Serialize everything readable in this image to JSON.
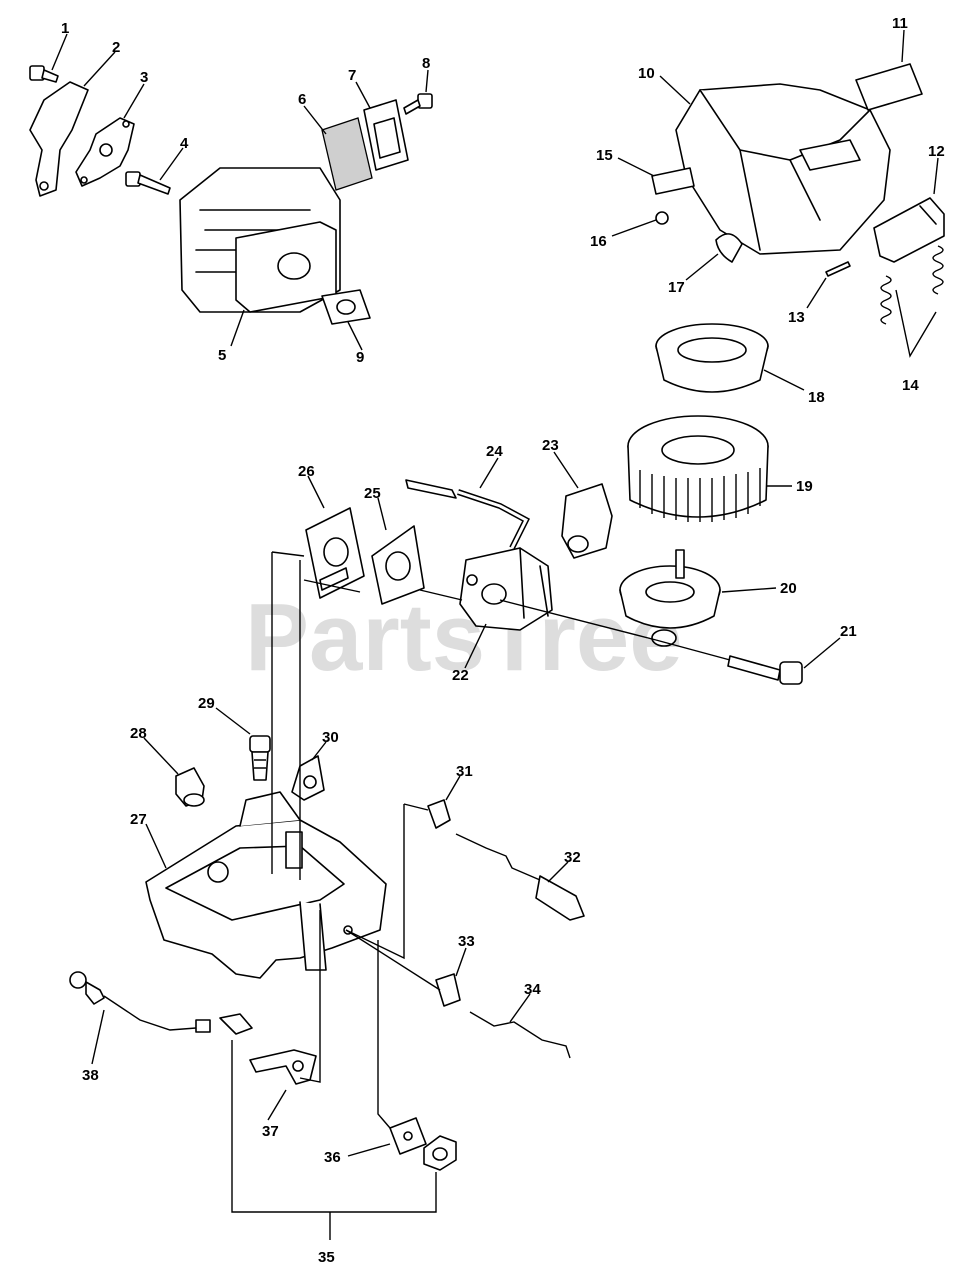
{
  "watermark": "PartsTree",
  "callouts": [
    "1",
    "2",
    "3",
    "4",
    "5",
    "6",
    "7",
    "8",
    "9",
    "10",
    "11",
    "12",
    "13",
    "14",
    "15",
    "16",
    "17",
    "18",
    "19",
    "20",
    "21",
    "22",
    "23",
    "24",
    "25",
    "26",
    "27",
    "28",
    "29",
    "30",
    "31",
    "32",
    "33",
    "34",
    "35",
    "36",
    "37",
    "38"
  ],
  "colors": {
    "ink": "#000000",
    "watermark": "#d2d2d2",
    "background": "#ffffff"
  }
}
